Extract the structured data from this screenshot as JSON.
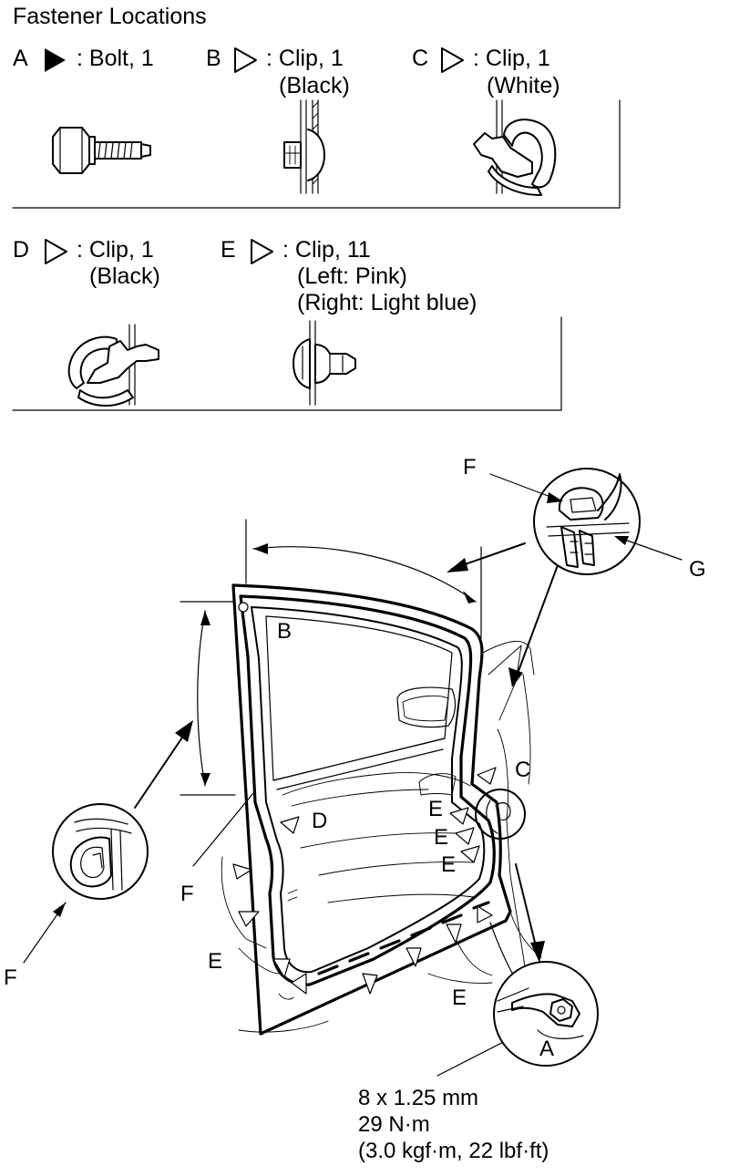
{
  "title": "Fastener Locations",
  "fasteners": [
    {
      "key": "A",
      "marker": "filled-triangle-icon",
      "desc": ": Bolt, 1",
      "note": ""
    },
    {
      "key": "B",
      "marker": "outline-triangle-icon",
      "desc": ": Clip, 1",
      "note": "(Black)"
    },
    {
      "key": "C",
      "marker": "outline-triangle-icon",
      "desc": ": Clip, 1",
      "note": "(White)"
    },
    {
      "key": "D",
      "marker": "outline-triangle-icon",
      "desc": ": Clip, 1",
      "note": "(Black)"
    },
    {
      "key": "E",
      "marker": "outline-triangle-icon",
      "desc": ": Clip, 11",
      "note": "(Left: Pink)",
      "note2": "(Right: Light blue)"
    }
  ],
  "callouts": {
    "A": "A",
    "B": "B",
    "C": "C",
    "D": "D",
    "E": "E",
    "F": "F",
    "G": "G"
  },
  "torque": {
    "size": "8 x 1.25 mm",
    "nm": "29 N·m",
    "alt": "(3.0 kgf·m, 22 lbf·ft)"
  },
  "colors": {
    "line": "#000000",
    "background": "#ffffff"
  }
}
